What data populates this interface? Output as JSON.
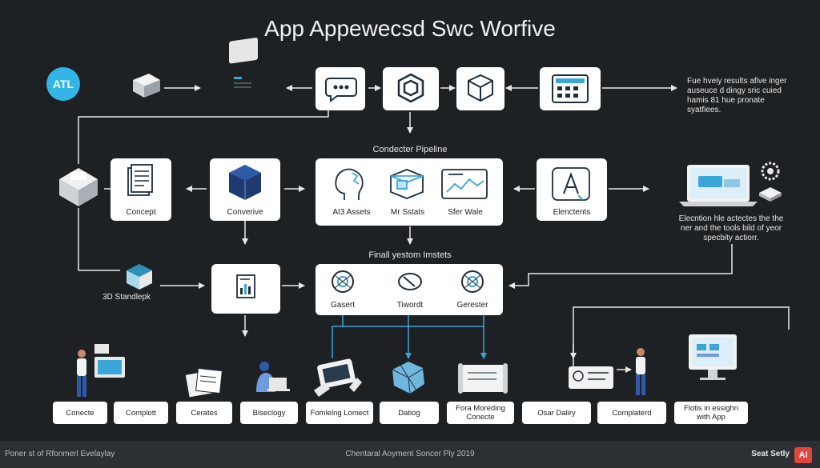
{
  "title": "App Appewecsd Swc Worfive",
  "badge": "ATL",
  "top_note": "Fue hveiy results afive inger auseuce d dingy sric cuied hamis 81 hue pronate syatfiees.",
  "pipeline_label": "Condecter Pipeline",
  "final_label": "Finall yestom Imstets",
  "standlepk_label": "3D Standlepk",
  "right_note": "Elecntion hle actectes the the ner and the tools bild of yeor specbity actiorr.",
  "mid_row": {
    "concept": "Concept",
    "converive": "Converive",
    "assets": [
      "AI3 Assets",
      "Mr Sstats",
      "Sfer Wale"
    ],
    "elenctents": "Elenctents"
  },
  "final_row": [
    "Gasert",
    "Tiwordt",
    "Gerester"
  ],
  "bottom_labels": [
    "Conecte",
    "Complott",
    "Cerates",
    "Blseclogy",
    "Fomlelng Lomect",
    "Datiog",
    "Fora Moreding Conecte",
    "Osar Daliry",
    "Complaterd",
    "Flotis in essighn with App"
  ],
  "footer": {
    "left": "Poner st of Rfonmerl Evelaylay",
    "center": "Chentaral Aoyment Soncer Ply 2019",
    "right": "Seat Setly",
    "ai": "AI"
  },
  "colors": {
    "background": "#1e2124",
    "box": "#ffffff",
    "line": "#e8e8e8",
    "accent_blue": "#33b6e6",
    "connector_blue": "#3aa6d8"
  }
}
